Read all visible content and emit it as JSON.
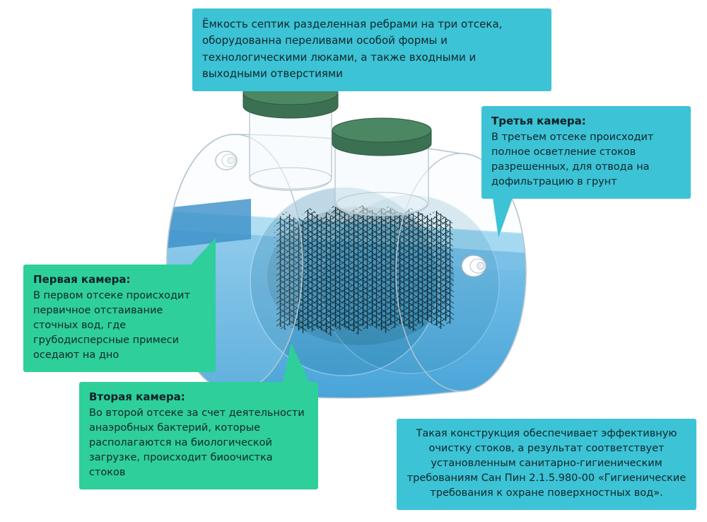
{
  "colors": {
    "callout_cyan": "#3cc3d5",
    "callout_green": "#2ecf9a",
    "text_dark": "#10262b",
    "lid_green": "#4b8763",
    "water_blue_deep": "#3e9ed5",
    "water_blue_light": "#aadbf2",
    "brush_dark": "#0d2830"
  },
  "callouts": {
    "tank_overview": {
      "text": "Ёмкость септик разделенная ребрами на три отсека, оборудованна переливами особой формы и технологическими люками, а также входными и выходными отверстиями"
    },
    "chamber1": {
      "title": "Первая камера:",
      "text": "В первом отсеке происходит первичное отстаивание сточных вод, где грубодисперсные примеси оседают на дно"
    },
    "chamber2": {
      "title": "Вторая камера:",
      "text": "Во второй отсеке за счет деятельности анаэробных бактерий, которые располагаются на биологической загрузке, происходит биоочистка стоков"
    },
    "chamber3": {
      "title": "Третья камера:",
      "text": "В третьем отсеке происходит полное осветление стоков разрешенных, для отвода на дофильтрацию в грунт"
    },
    "conclusion": {
      "text": "Такая конструкция обеспечивает эффективную очистку стоков, а результат соответствует установленным санитарно-гигиеническим требованиям Сан Пин 2.1.5.980-00 «Гигиенические требования к охране поверхностных вод»."
    }
  },
  "illustration": {
    "label": "septic-tank-cutaway"
  }
}
